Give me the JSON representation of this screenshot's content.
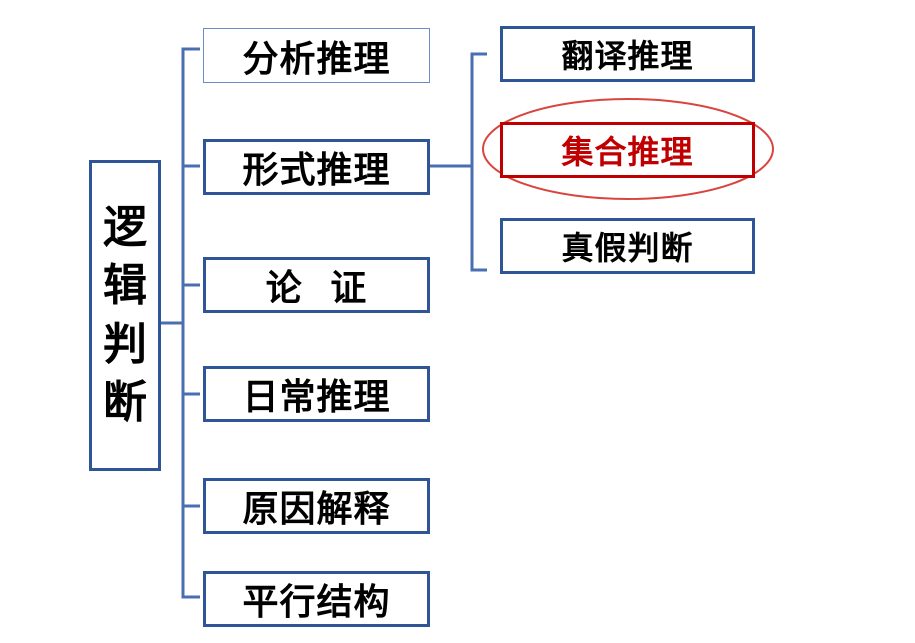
{
  "root": {
    "label": "逻辑判断"
  },
  "branches": [
    {
      "label": "分析推理"
    },
    {
      "label": "形式推理"
    },
    {
      "label": "论 证"
    },
    {
      "label": "日常推理"
    },
    {
      "label": "原因解释"
    },
    {
      "label": "平行结构"
    }
  ],
  "sub_branches": [
    {
      "label": "翻译推理"
    },
    {
      "label": "集合推理",
      "highlighted": true
    },
    {
      "label": "真假判断"
    }
  ],
  "colors": {
    "box_border": "#2f5597",
    "connector": "#4a6fb0",
    "highlight": "#c00000",
    "highlight_ellipse": "#d9453e"
  }
}
